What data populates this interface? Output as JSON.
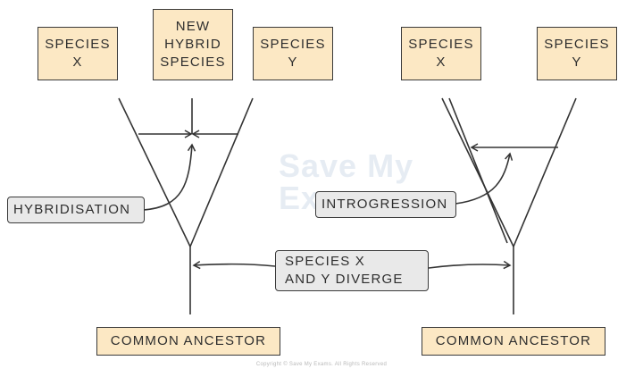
{
  "diagram": {
    "hybridisation": {
      "species_x": "SPECIES\nX",
      "new_hybrid": "NEW\nHYBRID\nSPECIES",
      "species_y": "SPECIES\nY",
      "process_label": "HYBRIDISATION",
      "ancestor": "COMMON ANCESTOR"
    },
    "introgression": {
      "species_x": "SPECIES\nX",
      "species_y": "SPECIES\nY",
      "process_label": "INTROGRESSION",
      "ancestor": "COMMON ANCESTOR"
    },
    "divergence_label": "SPECIES X\nAND Y DIVERGE"
  },
  "watermark": "Save My\nExams",
  "copyright": "Copyright © Save My Exams. All Rights Reserved",
  "colors": {
    "species_box_fill": "#fce8c4",
    "label_fill": "#e9e9e9",
    "line": "#333333"
  }
}
